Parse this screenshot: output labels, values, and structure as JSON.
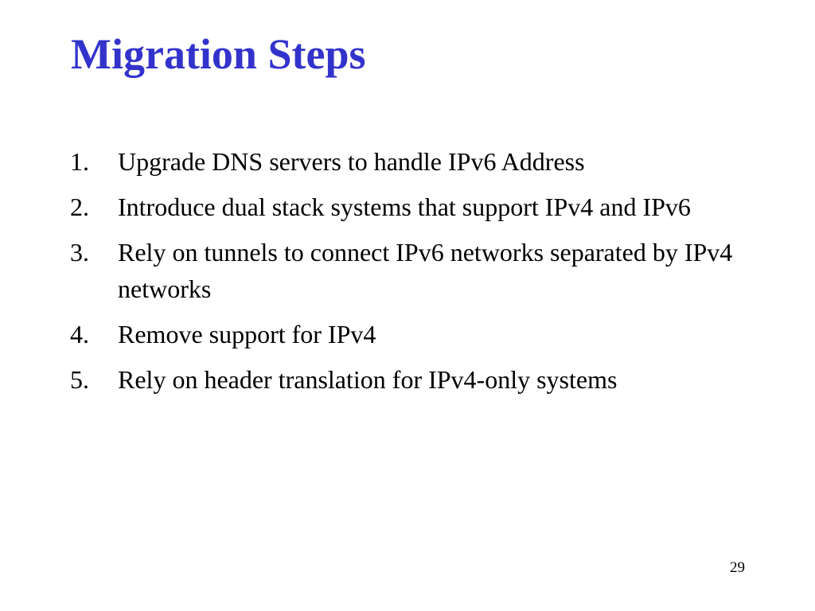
{
  "slide": {
    "title": "Migration Steps",
    "title_color": "#3333cc",
    "page_number": "29",
    "steps": [
      {
        "number": "1.",
        "text": "Upgrade DNS servers to handle IPv6 Address"
      },
      {
        "number": "2.",
        "text": "Introduce dual stack systems that support IPv4 and IPv6"
      },
      {
        "number": "3.",
        "text": "Rely on tunnels to connect IPv6 networks separated by IPv4 networks"
      },
      {
        "number": "4.",
        "text": "Remove support for IPv4"
      },
      {
        "number": "5.",
        "text": "Rely on header translation for IPv4-only systems"
      }
    ]
  }
}
